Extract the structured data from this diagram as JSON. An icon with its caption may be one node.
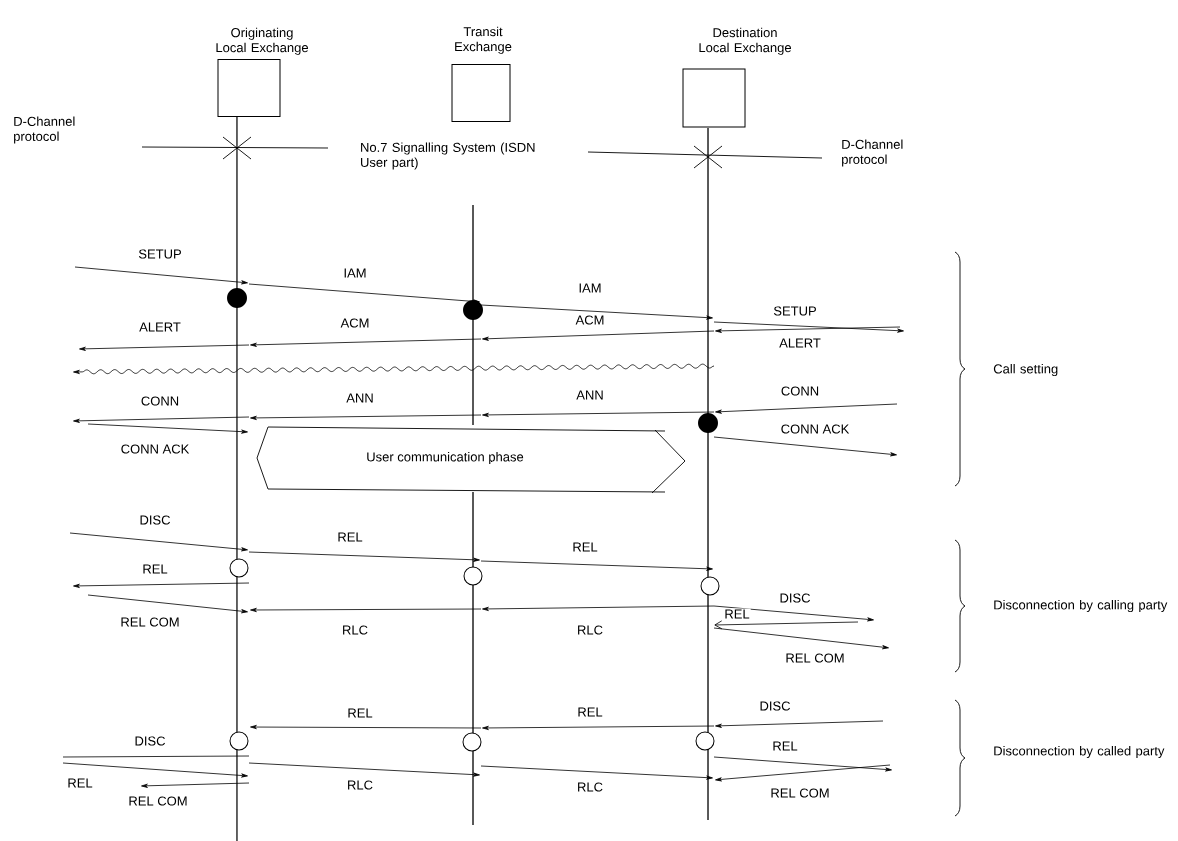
{
  "diagram": {
    "nodes": [
      {
        "text": [
          "Originating Local Exchange"
        ]
      },
      {
        "text": [
          "Transit Exchange"
        ]
      },
      {
        "text": [
          "Destination Local Exchange"
        ]
      },
      {
        "text": [
          "User communication phase"
        ]
      }
    ],
    "edges": [
      {
        "from": null,
        "to": 0,
        "arrow": "to",
        "label": "SETUP"
      },
      {
        "from": 0,
        "to": 1,
        "arrow": "to",
        "label": "IAM"
      },
      {
        "from": 1,
        "to": 2,
        "arrow": "to",
        "label": "IAM"
      },
      {
        "from": 2,
        "to": null,
        "arrow": "to",
        "label": "SETUP"
      },
      {
        "from": 2,
        "to": 1,
        "arrow": "to",
        "label": "ACM"
      },
      {
        "from": 1,
        "to": 0,
        "arrow": "to",
        "label": "ACM"
      },
      {
        "from": 0,
        "to": null,
        "arrow": "to",
        "label": "ALERT"
      },
      {
        "from": null,
        "to": 2,
        "arrow": "to",
        "label": "ALERT"
      },
      {
        "from": 2,
        "to": null,
        "arrow": "to"
      },
      {
        "from": null,
        "to": 2,
        "arrow": "to",
        "label": "CONN"
      },
      {
        "from": 2,
        "to": 1,
        "arrow": "to",
        "label": "ANN"
      },
      {
        "from": 1,
        "to": 0,
        "arrow": "to",
        "label": "ANN"
      },
      {
        "from": 0,
        "to": null,
        "arrow": "to",
        "label": "CONN"
      },
      {
        "from": null,
        "to": 0,
        "arrow": "to",
        "label": "CONN ACK"
      },
      {
        "from": 2,
        "to": null,
        "arrow": "to",
        "label": "CONN ACK"
      },
      {
        "from": null,
        "to": 0,
        "arrow": "to",
        "label": "DISC"
      },
      {
        "from": 0,
        "to": 1,
        "arrow": "to",
        "label": "REL"
      },
      {
        "from": 1,
        "to": 2,
        "arrow": "to",
        "label": "REL"
      },
      {
        "from": 0,
        "to": null,
        "arrow": "to",
        "label": "REL"
      },
      {
        "from": null,
        "to": 0,
        "arrow": "to",
        "label": "REL COM"
      },
      {
        "from": 1,
        "to": 0,
        "arrow": "to",
        "label": "RLC"
      },
      {
        "from": 2,
        "to": 1,
        "arrow": "to",
        "label": "RLC"
      },
      {
        "from": 2,
        "to": null,
        "arrow": "to",
        "label": "DISC"
      },
      {
        "from": null,
        "to": 2,
        "arrow": "to",
        "label": "REL"
      },
      {
        "from": 2,
        "to": null,
        "arrow": "to",
        "label": "REL COM"
      },
      {
        "from": null,
        "to": 2,
        "arrow": "to",
        "label": "DISC"
      },
      {
        "from": 2,
        "to": 1,
        "arrow": "to",
        "label": "REL"
      },
      {
        "from": 1,
        "to": 0,
        "arrow": "to",
        "label": "REL"
      },
      {
        "from": 2,
        "to": null,
        "arrow": "to",
        "label": "REL"
      },
      {
        "from": 0,
        "to": null,
        "arrow": "none",
        "label": "DISC"
      },
      {
        "from": null,
        "to": 0,
        "arrow": "to",
        "label": "REL"
      },
      {
        "from": 0,
        "to": null,
        "arrow": "to",
        "label": "REL COM"
      },
      {
        "from": 0,
        "to": 1,
        "arrow": "to",
        "label": "RLC"
      },
      {
        "from": 1,
        "to": 2,
        "arrow": "to",
        "label": "RLC"
      },
      {
        "from": null,
        "to": 2,
        "arrow": "to",
        "label": "REL COM"
      }
    ],
    "labels": [
      "D-Channel protocol",
      "No.7 Signalling System (ISDN User part)",
      "D-Channel protocol",
      "Call setting",
      "Disconnection by calling party",
      "Disconnection by called party"
    ]
  }
}
